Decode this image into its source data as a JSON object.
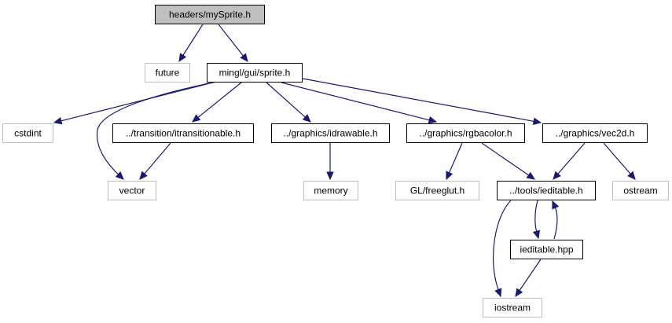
{
  "colors": {
    "edge": "#191970",
    "node_border_project": "#000000",
    "node_border_external": "#bfbfbf",
    "node_fill_root": "#bfbfbf",
    "node_fill": "#ffffff"
  },
  "nodes": [
    {
      "id": "root",
      "label": "headers/mySprite.h",
      "kind": "root"
    },
    {
      "id": "future",
      "label": "future",
      "kind": "external"
    },
    {
      "id": "sprite",
      "label": "mingl/gui/sprite.h",
      "kind": "project"
    },
    {
      "id": "cstdint",
      "label": "cstdint",
      "kind": "external"
    },
    {
      "id": "itransitionable",
      "label": "../transition/itransitionable.h",
      "kind": "project"
    },
    {
      "id": "idrawable",
      "label": "../graphics/idrawable.h",
      "kind": "project"
    },
    {
      "id": "rgbacolor",
      "label": "../graphics/rgbacolor.h",
      "kind": "project"
    },
    {
      "id": "vec2d",
      "label": "../graphics/vec2d.h",
      "kind": "project"
    },
    {
      "id": "vector",
      "label": "vector",
      "kind": "external"
    },
    {
      "id": "memory",
      "label": "memory",
      "kind": "external"
    },
    {
      "id": "freeglut",
      "label": "GL/freeglut.h",
      "kind": "external"
    },
    {
      "id": "ieditable_h",
      "label": "../tools/ieditable.h",
      "kind": "project"
    },
    {
      "id": "ostream",
      "label": "ostream",
      "kind": "external"
    },
    {
      "id": "ieditable_hpp",
      "label": "ieditable.hpp",
      "kind": "project"
    },
    {
      "id": "iostream",
      "label": "iostream",
      "kind": "external"
    }
  ],
  "edges": [
    {
      "from": "root",
      "to": "future"
    },
    {
      "from": "root",
      "to": "sprite"
    },
    {
      "from": "sprite",
      "to": "cstdint"
    },
    {
      "from": "sprite",
      "to": "vector"
    },
    {
      "from": "sprite",
      "to": "itransitionable"
    },
    {
      "from": "sprite",
      "to": "idrawable"
    },
    {
      "from": "sprite",
      "to": "rgbacolor"
    },
    {
      "from": "sprite",
      "to": "vec2d"
    },
    {
      "from": "itransitionable",
      "to": "vector"
    },
    {
      "from": "idrawable",
      "to": "memory"
    },
    {
      "from": "rgbacolor",
      "to": "freeglut"
    },
    {
      "from": "rgbacolor",
      "to": "ieditable_h"
    },
    {
      "from": "vec2d",
      "to": "ieditable_h"
    },
    {
      "from": "vec2d",
      "to": "ostream"
    },
    {
      "from": "ieditable_h",
      "to": "iostream"
    },
    {
      "from": "ieditable_h",
      "to": "ieditable_hpp"
    },
    {
      "from": "ieditable_hpp",
      "to": "ieditable_h"
    },
    {
      "from": "ieditable_hpp",
      "to": "iostream"
    }
  ]
}
